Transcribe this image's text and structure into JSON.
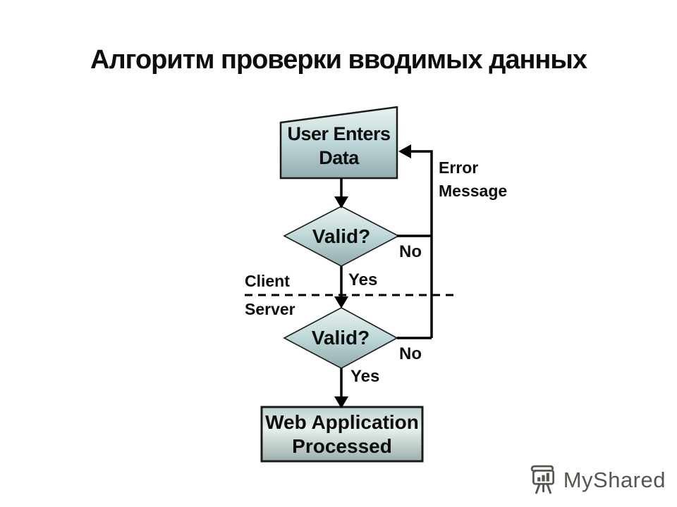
{
  "title": "Алгоритм проверки вводимых данных",
  "nodes": {
    "input": {
      "shape": "manual-input",
      "line1": "User Enters",
      "line2": "Data"
    },
    "valid_client": {
      "shape": "decision-diamond",
      "label": "Valid?"
    },
    "valid_server": {
      "shape": "decision-diamond",
      "label": "Valid?"
    },
    "processed": {
      "shape": "process-rectangle",
      "line1": "Web Application",
      "line2": "Processed"
    }
  },
  "labels": {
    "error_line1": "Error",
    "error_line2": "Message",
    "no_client": "No",
    "yes_client": "Yes",
    "client": "Client",
    "server": "Server",
    "no_server": "No",
    "yes_server": "Yes"
  },
  "watermark": {
    "text": "MyShared",
    "icon": "easel-chart-icon"
  },
  "colors": {
    "background": "#ffffff",
    "line": "#000000",
    "text": "#0d0d0d",
    "shape_border": "#1a1a1a",
    "fill_top": "#e9f2f0",
    "fill_mid": "#bcd6d7",
    "fill_bottom": "#93abae",
    "rect_fill_top": "#bad1ce",
    "rect_fill_mid": "#e9f0ee",
    "rect_fill_bottom": "#9cb0ad",
    "watermark_gray": "#54574f"
  }
}
